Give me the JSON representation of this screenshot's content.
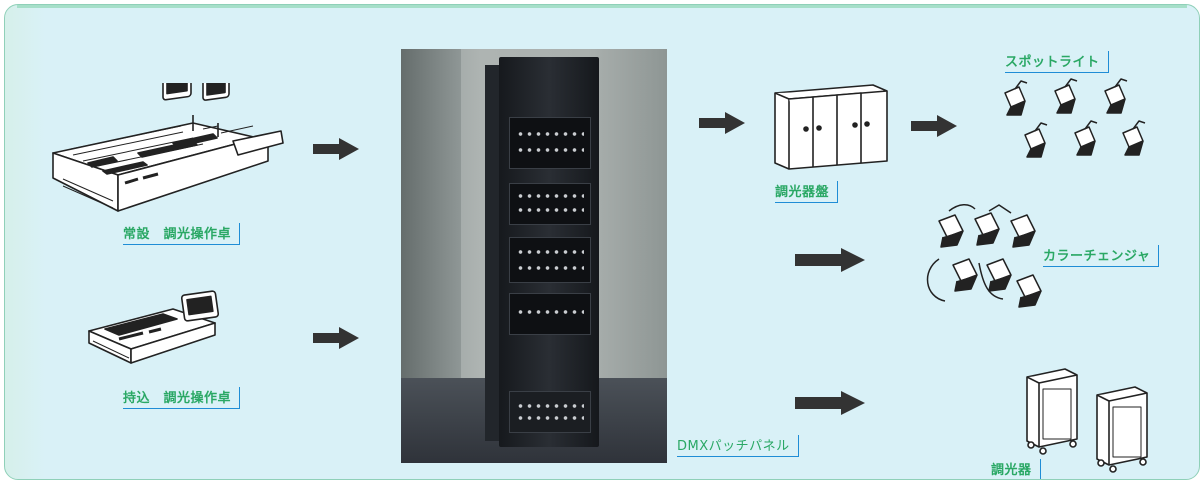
{
  "labels": {
    "permanent_console": "常設　調光操作卓",
    "portable_console": "持込　調光操作卓",
    "dmx_patch_panel": "DMXパッチパネル",
    "dimmer_board": "調光器盤",
    "spotlight": "スポットライト",
    "color_changer": "カラーチェンジャ",
    "dimmer": "調光器"
  },
  "colors": {
    "panel_background": "#d9f1f7",
    "panel_border": "#8fd0b8",
    "label_text": "#2aa865",
    "label_corner": "#1f8dd6",
    "arrow": "#333333"
  },
  "icons": [
    "lighting-console-large-icon",
    "lighting-console-small-icon",
    "dmx-rack-photo",
    "dimmer-board-cabinet-icon",
    "spotlight-icon",
    "color-changer-icon",
    "dimmer-rack-icon"
  ]
}
